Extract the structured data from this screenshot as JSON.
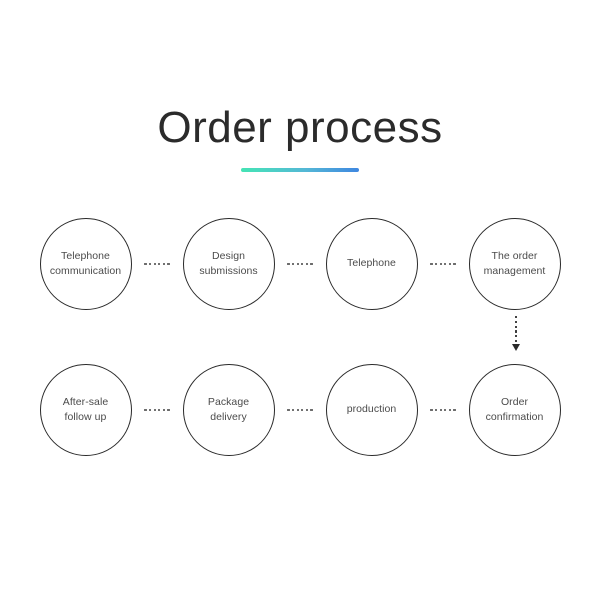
{
  "slide": {
    "background_color": "#ffffff",
    "title": "Order process",
    "title_color": "#2b2b2b",
    "rule": {
      "gradient_from": "#45e3b4",
      "gradient_to": "#3f87e0"
    }
  },
  "diagram": {
    "type": "process-flow",
    "node_shape": "circle",
    "node_border_color": "#2a2a2a",
    "label_color": "#4b4b4b",
    "connector_color": "#6b6b6b",
    "connector_style": "dotted",
    "rows": [
      {
        "name": "row-1",
        "direction": "left-to-right",
        "nodes": [
          {
            "id": "telephone-communication",
            "label": "Telephone\ncommunication"
          },
          {
            "id": "design-submissions",
            "label": "Design\nsubmissions"
          },
          {
            "id": "telephone",
            "label": "Telephone"
          },
          {
            "id": "the-order-management",
            "label": "The order\nmanagement"
          }
        ]
      },
      {
        "name": "row-2",
        "direction": "right-to-left",
        "nodes": [
          {
            "id": "after-sale-follow-up",
            "label": "After-sale\nfollow up"
          },
          {
            "id": "package-delivery",
            "label": "Package\ndelivery"
          },
          {
            "id": "production",
            "label": "production"
          },
          {
            "id": "order-confirmation",
            "label": "Order\nconfirmation"
          }
        ]
      }
    ],
    "row_connector": {
      "id": "row-transition-arrow",
      "from": "the-order-management",
      "to": "order-confirmation",
      "style": "dotted-arrow-down",
      "color": "#2a2a2a"
    }
  }
}
